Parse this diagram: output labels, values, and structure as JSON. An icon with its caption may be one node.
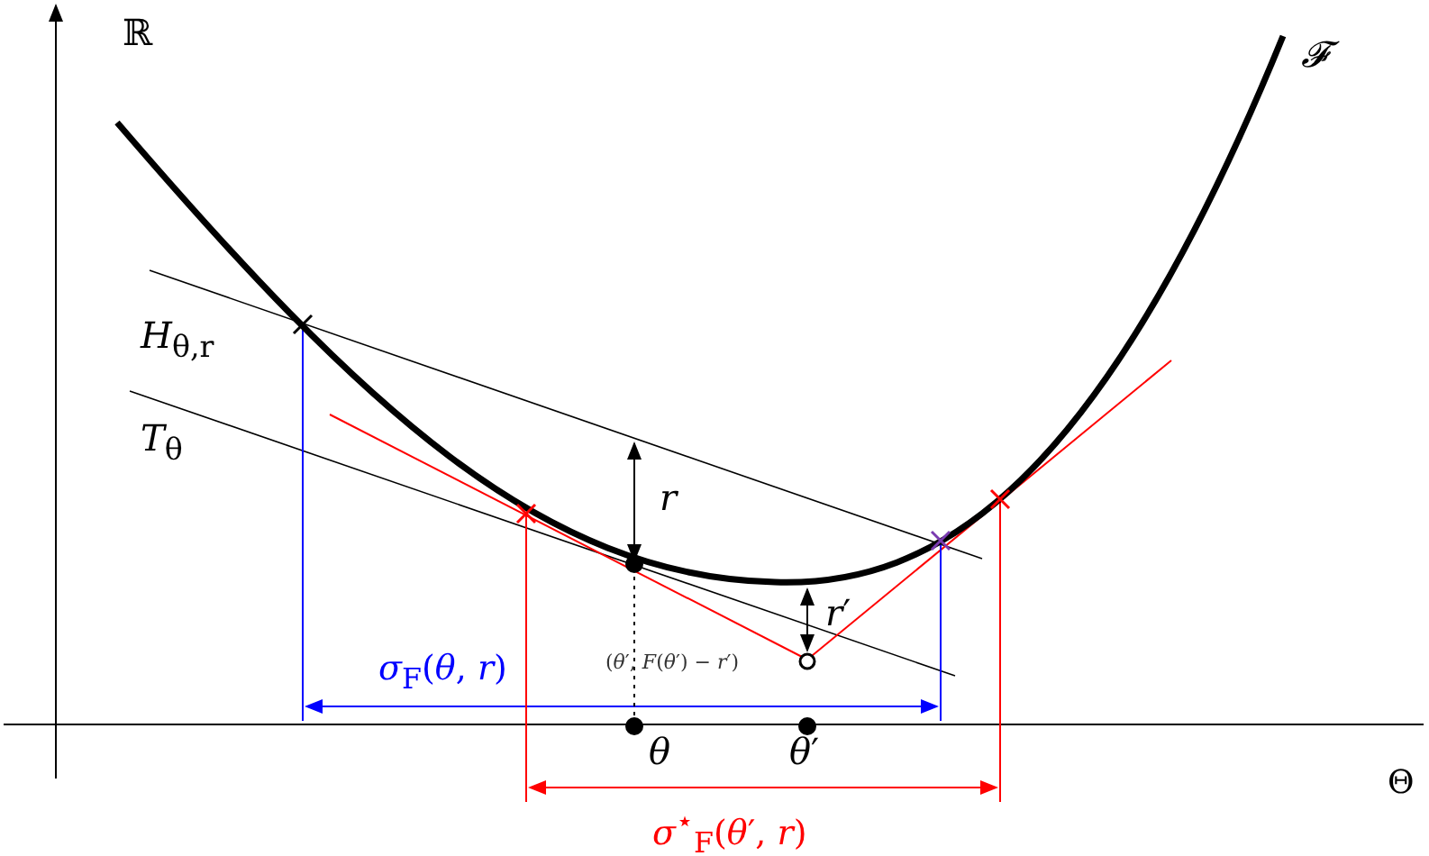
{
  "diagram": {
    "labels": [
      "ℝ",
      "𝓕",
      "*H*$_{θ,r}$",
      "*T*$_{θ}$",
      "r",
      "*r*′",
      "(*θ*′, *F*(*θ*′) − *r*′)",
      "*σ*$_{F}$(*θ*, *r*)",
      "θ",
      "*θ*′",
      "Θ",
      "*σ*$^{⋆}$$_{F}$(*θ*′, *r*)"
    ]
  }
}
